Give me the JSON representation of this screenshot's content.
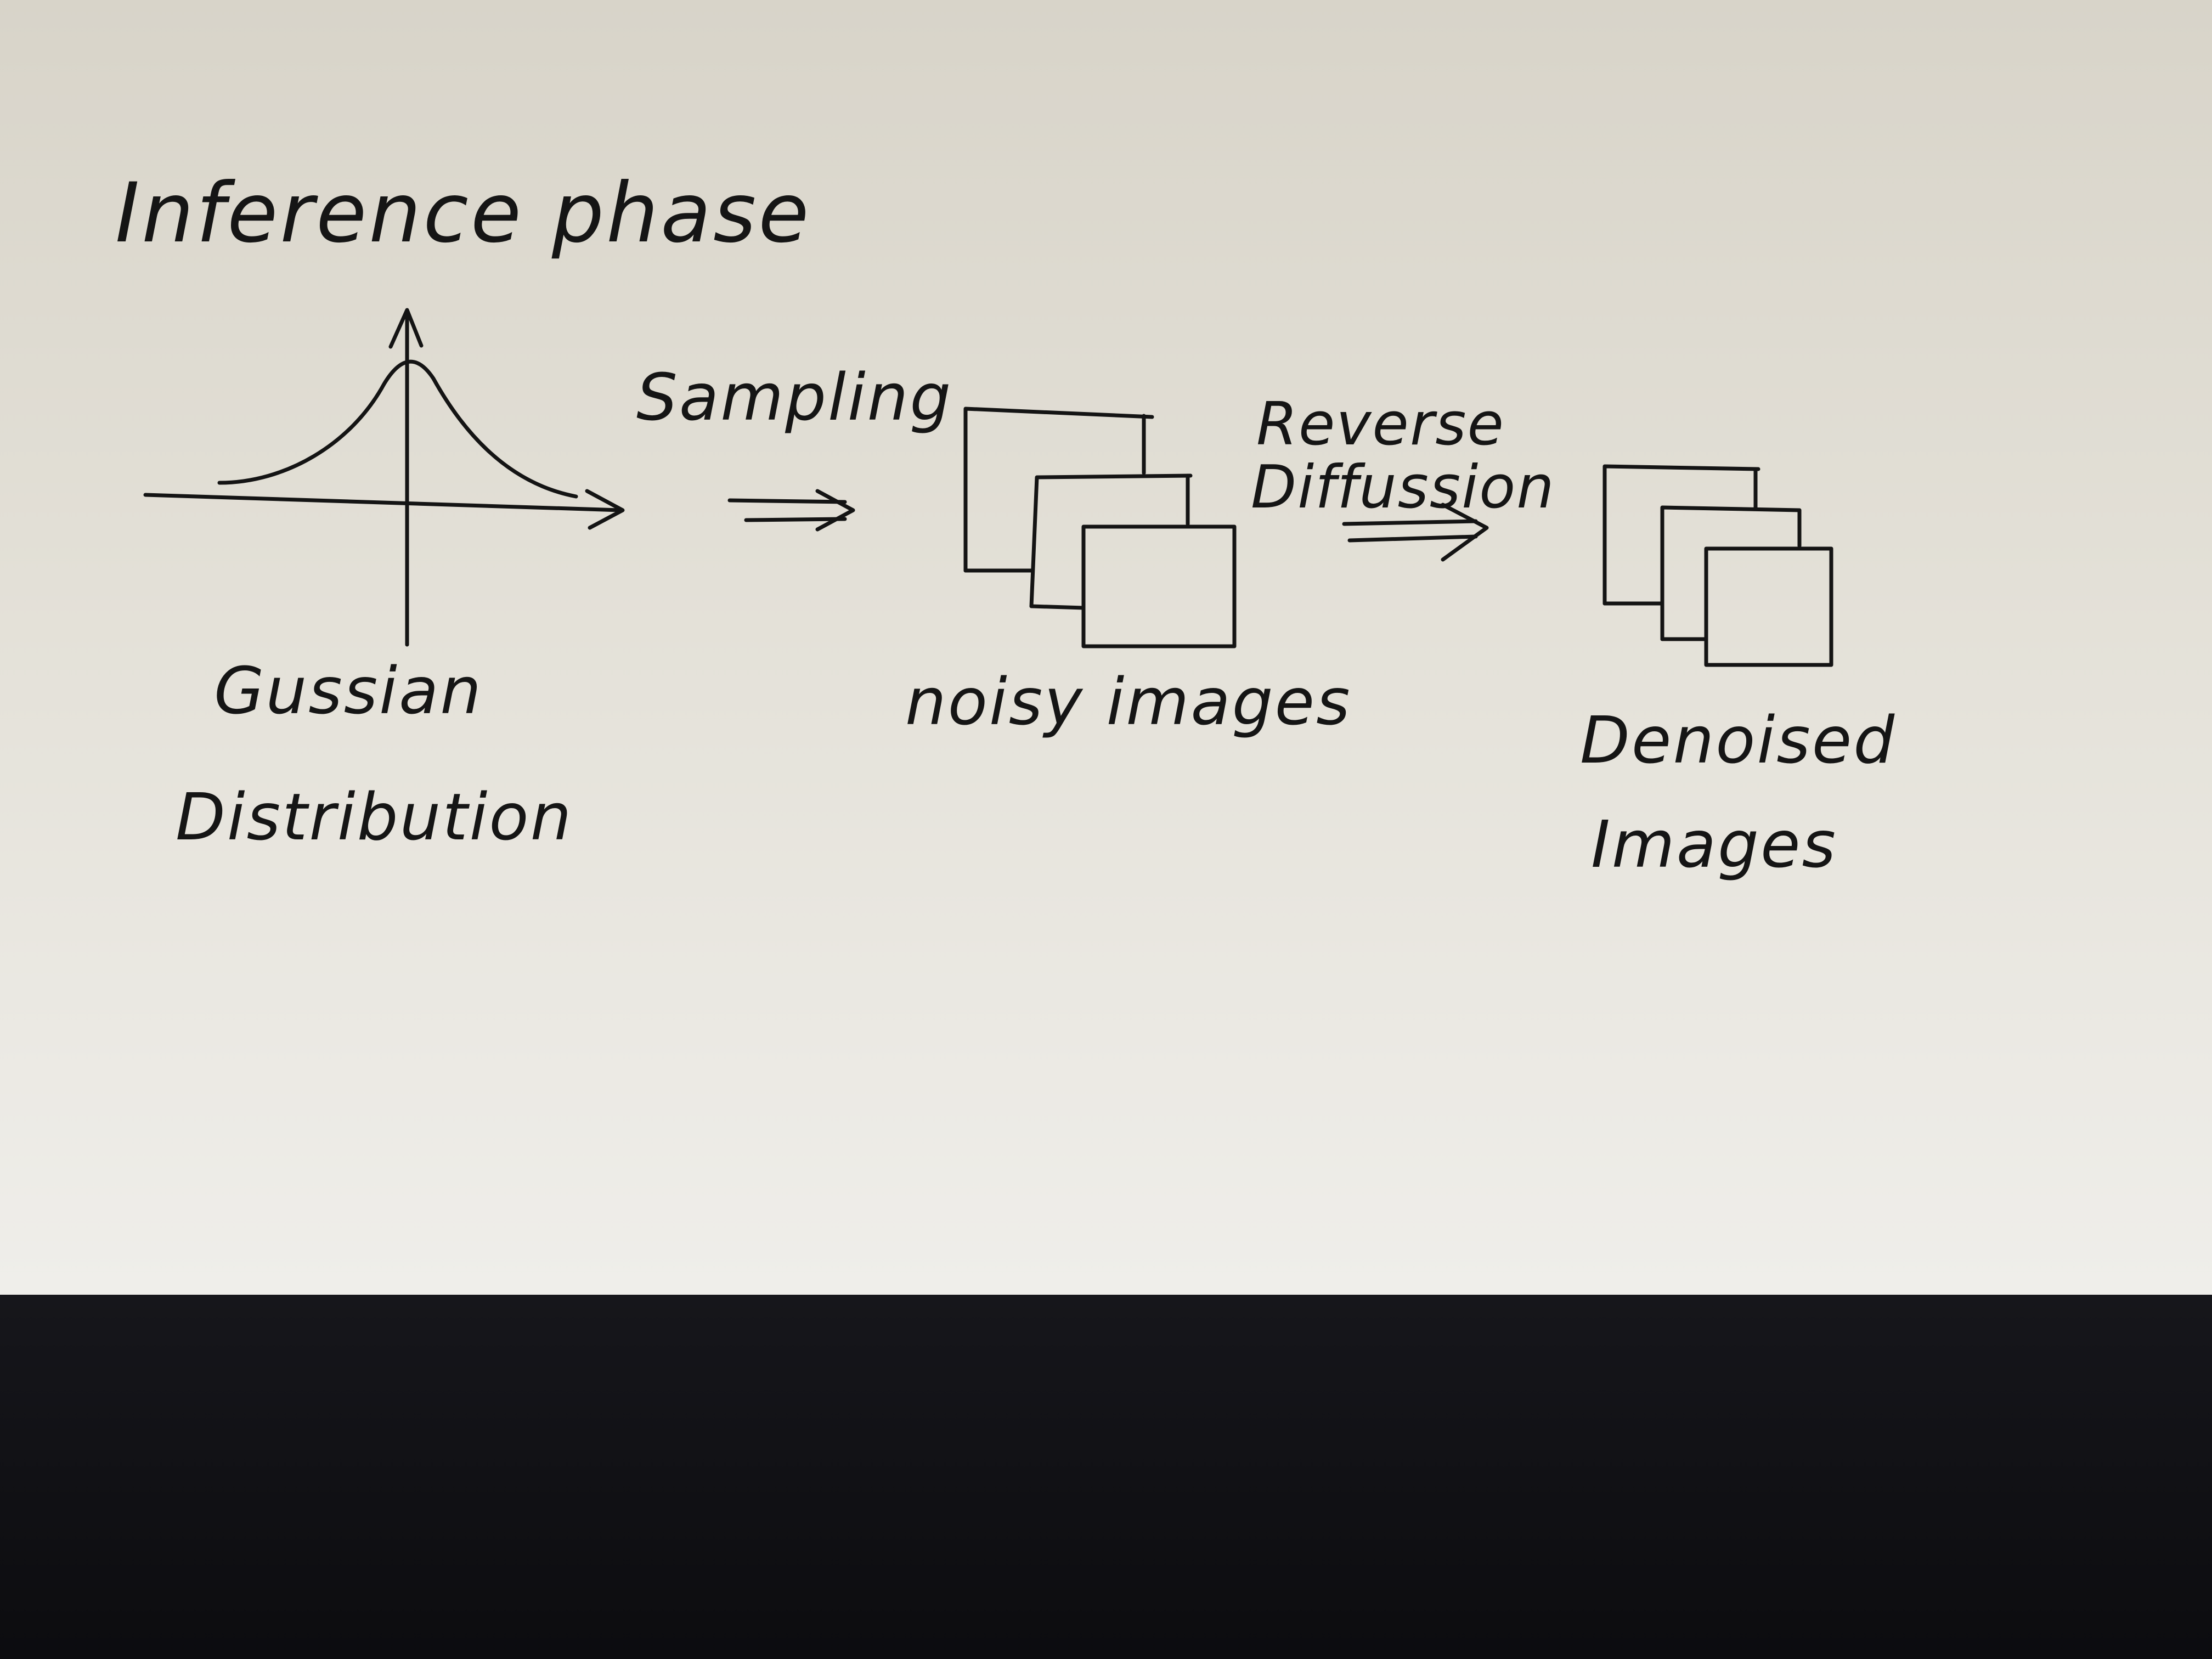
{
  "title": "Inference phase",
  "gaussian_label": {
    "line1": "Gussian",
    "line2": "Distribution"
  },
  "sampling_label": "Sampling",
  "noisy_label": "noisy images",
  "reverse_label": {
    "line1": "Reverse",
    "line2": "Diffussion"
  },
  "denoised_label": {
    "line1": "Denoised",
    "line2": "Images"
  },
  "colors": {
    "paper": "#e6e3dc",
    "ink": "#141414",
    "desk": "#0d0d10"
  }
}
